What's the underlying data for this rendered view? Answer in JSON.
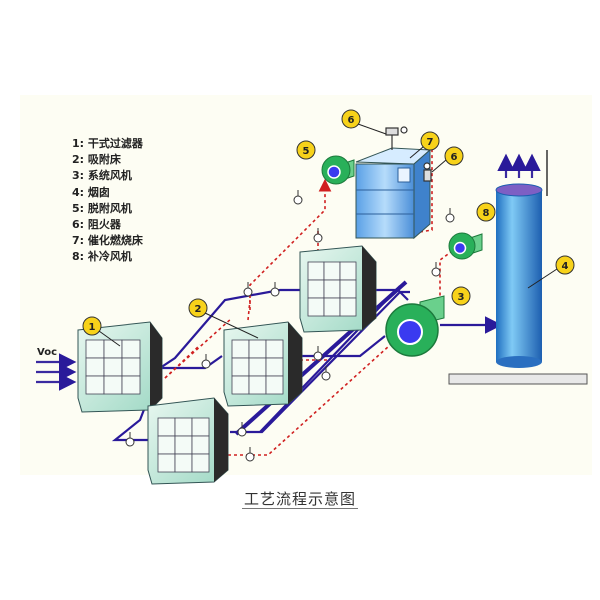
{
  "inlet_label": "Voc",
  "legend": [
    "1: 干式过滤器",
    "2: 吸附床",
    "3: 系统风机",
    "4: 烟囱",
    "5: 脱附风机",
    "6: 阻火器",
    "7: 催化燃烧床",
    "8: 补冷风机"
  ],
  "badges": [
    "1",
    "2",
    "3",
    "4",
    "5",
    "6",
    "6",
    "7",
    "8"
  ],
  "caption": "工艺流程示意图",
  "colors": {
    "background": "#fdfdf3",
    "main_pipe": "#2a1a9a",
    "dashed_pipe": "#d02020",
    "badge": "#f7d21a",
    "equipment": "#c8ece0",
    "stack": "#49a6e8",
    "fan": "#29b05a",
    "outlet_arrow": "#3a2aa0"
  }
}
